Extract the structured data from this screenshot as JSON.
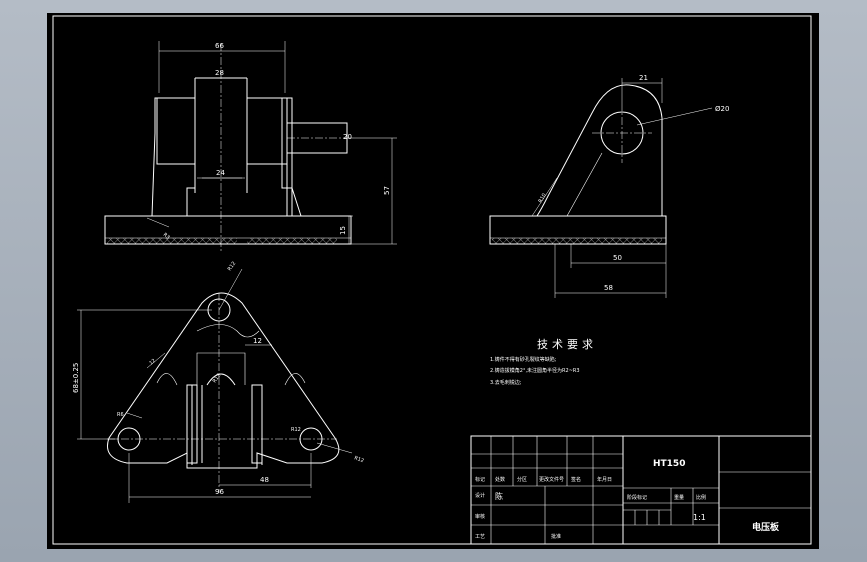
{
  "front_view": {
    "dim_width_66": "66",
    "dim_bore_28": "28",
    "dim_inner_24": "24",
    "dim_pin_20": "20",
    "dim_height_57": "57",
    "dim_base_15": "15",
    "dim_fillet_r3": "R3"
  },
  "side_view": {
    "dim_21": "21",
    "dim_hole": "Ø20",
    "dim_r10": "R10",
    "dim_50": "50",
    "dim_58": "58"
  },
  "top_view": {
    "dim_r12_top": "R12",
    "dim_68": "68±0.25",
    "dim_12_left": "12",
    "dim_12_right": "12",
    "dim_r12_center": "R12",
    "dim_r6": "R6",
    "dim_r12_right": "R12",
    "dim_r12_outer": "R12",
    "dim_48": "48",
    "dim_96": "96"
  },
  "notes": {
    "title": "技术要求",
    "line1": "1.铸件不得有砂孔裂纹等缺陷;",
    "line2": "2.铸造拔模角2°,未注圆角半径为R2~R3",
    "line3": "3.去毛刺锐边;"
  },
  "title_block": {
    "material": "HT150",
    "scale": "1:1",
    "part_name": "电压板",
    "label_designer": "设计",
    "label_name": "陈",
    "label_check": "审核",
    "label_craft": "工艺",
    "label_approve": "批准",
    "label_stage": "阶段标记",
    "label_weight": "重量",
    "label_scale": "比例",
    "label_mark": "标记",
    "label_count": "处数",
    "label_zone": "分区",
    "label_change": "更改文件号",
    "label_sign": "签名",
    "label_date": "年月日"
  }
}
